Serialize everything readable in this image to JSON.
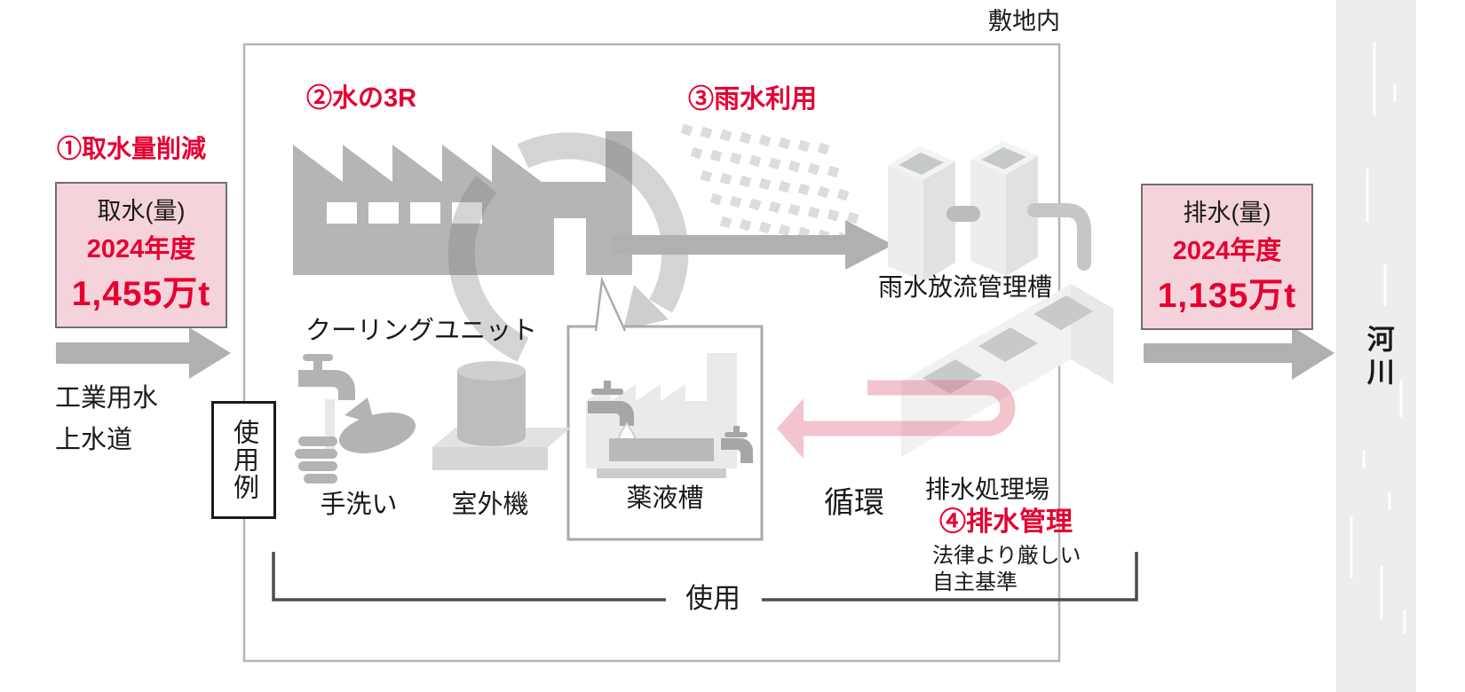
{
  "colors": {
    "accent_red": "#e50032",
    "pink_box_fill": "#f5d3da",
    "pink_box_border": "#6f6f6f",
    "icon_gray": "#b3b3b3",
    "light_icon_gray": "#ececec",
    "circulation_arrow_pink": "rgba(226,108,130,0.40)",
    "boundary_gray": "#b5b5b5",
    "river_gray": "#ededed"
  },
  "outside_left": {
    "step1_label": "①取水量削減",
    "intake_box": {
      "title": "取水(量)",
      "year": "2024年度",
      "value": "1,455万t"
    },
    "source_line1": "工業用水",
    "source_line2": "上水道"
  },
  "site": {
    "label": "敷地内",
    "step2_label": "②水の3R",
    "step3_label": "③雨水利用",
    "usage_example": "使用例",
    "cooling_unit": "クーリングユニット",
    "examples": {
      "hand_wash": "手洗い",
      "outdoor_unit": "室外機",
      "chemical_tank": "薬液槽"
    },
    "circulation": "循環",
    "rain_tank": "雨水放流管理槽",
    "treatment_plant": "排水処理場",
    "step4_label": "④排水管理",
    "step4_note1": "法律より厳しい",
    "step4_note2": "自主基準",
    "usage": "使用"
  },
  "outside_right": {
    "discharge_box": {
      "title": "排水(量)",
      "year": "2024年度",
      "value": "1,135万t"
    },
    "river": "河川"
  },
  "icons": [
    "factory-icon",
    "recycle-arrow-icon",
    "rain-icon",
    "rain-tank-icon",
    "treatment-plant-icon",
    "handwash-icon",
    "outdoor-unit-icon",
    "chemical-tank-icon",
    "faucet-icon",
    "droplet-icon",
    "intake-arrow",
    "to-raintank-arrow",
    "circulation-arrow",
    "discharge-arrow",
    "usage-bracket",
    "river-band",
    "callout-pointer"
  ]
}
